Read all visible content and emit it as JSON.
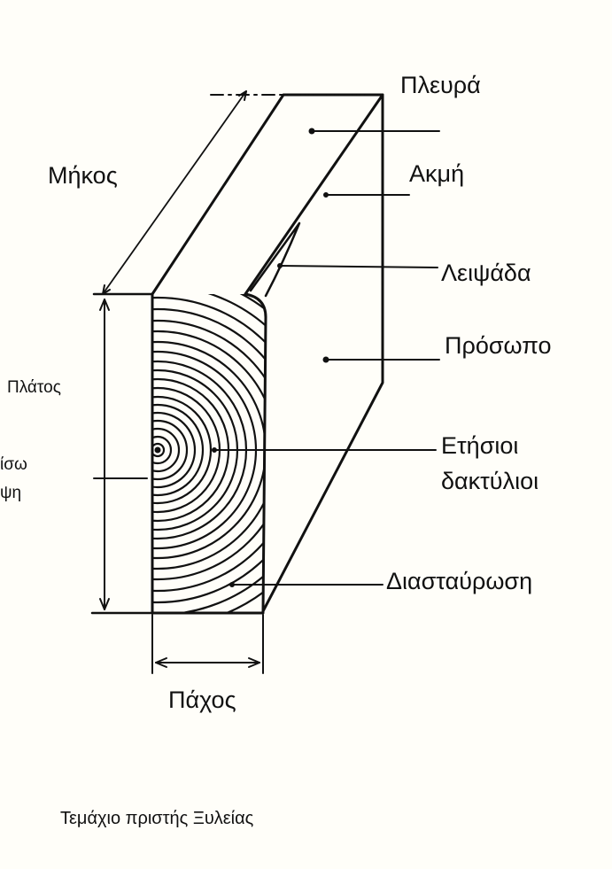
{
  "labels": {
    "side": "Πλευρά",
    "edge": "Ακμή",
    "wane": "Λειψάδα",
    "face": "Πρόσωπο",
    "rings_line1": "Ετήσιοι",
    "rings_line2": "δακτύλιοι",
    "cross": "Διασταύρωση",
    "length": "Μήκος",
    "width": "Πλάτος",
    "end_line1": "ίσω",
    "end_line2": "ψη",
    "thickness": "Πάχος"
  },
  "caption": "Τεμάχιο πριστής Ξυλείας"
}
